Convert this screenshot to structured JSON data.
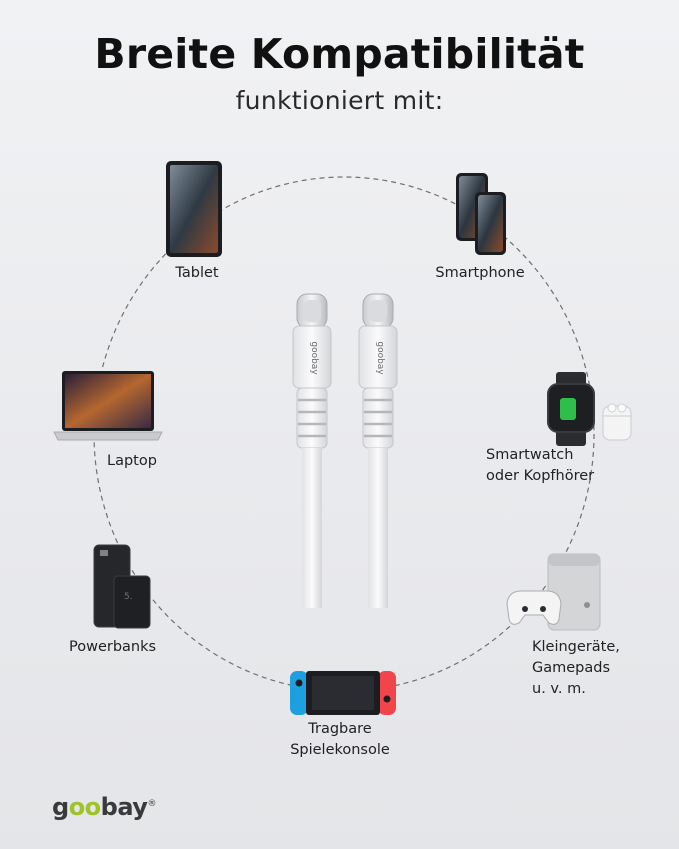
{
  "header": {
    "title": "Breite Kompatibilität",
    "subtitle": "funktioniert mit:"
  },
  "devices": [
    {
      "label": "Tablet",
      "icon": "tablet-icon"
    },
    {
      "label": "Smartphone",
      "icon": "smartphone-icon"
    },
    {
      "label": "Laptop",
      "icon": "laptop-icon"
    },
    {
      "label_line1": "Smartwatch",
      "label_line2": "oder Kopfhörer",
      "icon": "smartwatch-icon"
    },
    {
      "label": "Powerbanks",
      "icon": "powerbank-icon"
    },
    {
      "label_line1": "Kleingeräte,",
      "label_line2": "Gamepads",
      "label_line3": "u. v. m.",
      "icon": "gamepad-icon"
    },
    {
      "label_line1": "Tragbare",
      "label_line2": "Spielekonsole",
      "icon": "console-icon"
    }
  ],
  "cable": {
    "brand_print": "goobay"
  },
  "brand": {
    "logo_pre": "g",
    "logo_oo": "oo",
    "logo_post": "bay",
    "logo_mark": "®"
  },
  "colors": {
    "accent": "#9fc42a",
    "text": "#1d1d1f",
    "background": "#eceef0"
  }
}
